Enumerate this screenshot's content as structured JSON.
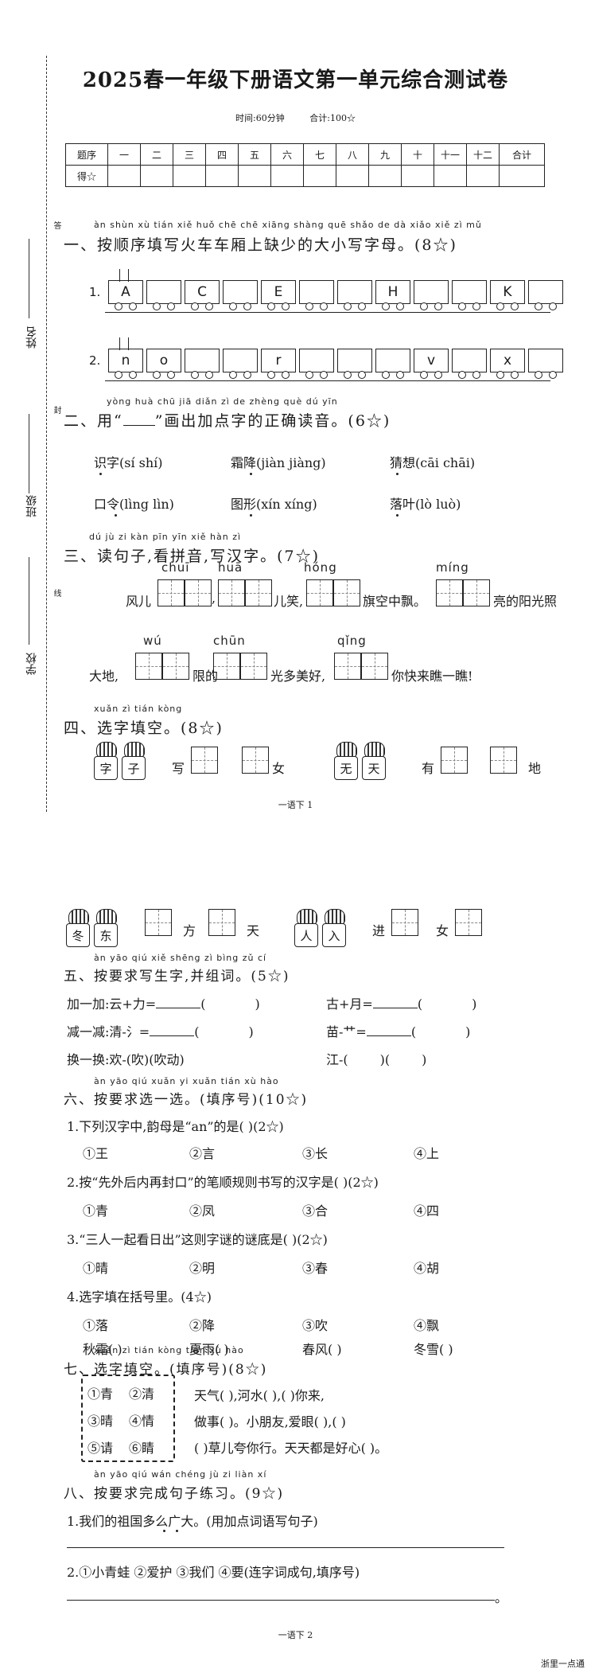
{
  "header": {
    "title": "2025春一年级下册语文第一单元综合测试卷",
    "time": "时间:60分钟",
    "total": "合计:100☆"
  },
  "score_table": {
    "row1": [
      "题序",
      "一",
      "二",
      "三",
      "四",
      "五",
      "六",
      "七",
      "八",
      "九",
      "十",
      "十一",
      "十二",
      "合计"
    ],
    "row2_label": "得☆"
  },
  "side": {
    "name": "姓名",
    "class": "班级",
    "school": "学校",
    "m1": "答",
    "m2": "封",
    "m3": "线"
  },
  "q1": {
    "pinyin": "àn shùn xù tián xiě huǒ chē chē xiāng shàng quē shǎo de dà xiǎo xiě zì mǔ",
    "title": "一、按顺序填写火车车厢上缺少的大小写字母。(8☆)",
    "train1_num": "1.",
    "train1": [
      "A",
      "",
      "C",
      "",
      "E",
      "",
      "",
      "H",
      "",
      "",
      "K",
      ""
    ],
    "train2_num": "2.",
    "train2": [
      "n",
      "o",
      "",
      "",
      "r",
      "",
      "",
      "",
      "v",
      "",
      "x",
      ""
    ]
  },
  "q2": {
    "pinyin": "yòng                    huà chū jiā diǎn zì de zhèng què dú yīn",
    "title_a": "二、用“",
    "title_b": "”画出加点字的正确读音。(6☆)",
    "items": [
      "识字(sí  shí)",
      "霜降(jiàn  jiàng)",
      "猜想(cāi  chāi)",
      "口令(lìng  lìn)",
      "图形(xín  xíng)",
      "落叶(lò  luò)"
    ]
  },
  "q3": {
    "pinyin": "dú jù zi       kàn pīn yīn    xiě hàn zì",
    "title": "三、读句子,看拼音,写汉字。(7☆)",
    "py": [
      "chuī",
      "huā",
      "hóng",
      "míng",
      "wú",
      "chūn",
      "qǐng"
    ],
    "s1": [
      "风儿",
      ",",
      "儿笑,",
      "旗空中飘。",
      "亮的阳光照"
    ],
    "s2": [
      "大地,",
      "限的",
      "光多美好,",
      "你快来瞧一瞧!"
    ]
  },
  "q4": {
    "pinyin": "xuǎn zì tián kòng",
    "title": "四、选字填空。(8☆)",
    "pairs1": [
      [
        "字",
        "子"
      ],
      [
        "无",
        "天"
      ]
    ],
    "words1": [
      "写",
      "女",
      "有",
      "地"
    ],
    "pairs2": [
      [
        "冬",
        "东"
      ],
      [
        "人",
        "入"
      ]
    ],
    "words2": [
      "方",
      "天",
      "进",
      "女"
    ]
  },
  "footer1": "一语下  1",
  "footer2": "一语下  2",
  "q5": {
    "pinyin": "àn yāo qiú xiě shēng zì     bìng zǔ cí",
    "title": "五、按要求写生字,并组词。(5☆)",
    "rows": [
      [
        "加一加:云+力=",
        "(",
        ")",
        "古+月=",
        "(",
        ")"
      ],
      [
        "减一减:清-氵=",
        "(",
        ")",
        "苗-艹=",
        "(",
        ")"
      ],
      [
        "换一换:欢-(吹)(吹动)",
        "",
        "",
        "江-(",
        ")(",
        ")"
      ]
    ]
  },
  "q6": {
    "pinyin": "àn yāo qiú xuǎn yi xuǎn       tián xù hào",
    "title": "六、按要求选一选。(填序号)(10☆)",
    "sub": [
      {
        "q": "1.下列汉字中,韵母是“an”的是(    )(2☆)",
        "opts": [
          "①王",
          "②言",
          "③长",
          "④上"
        ]
      },
      {
        "q": "2.按“先外后内再封口”的笔顺规则书写的汉字是(    )(2☆)",
        "opts": [
          "①青",
          "②凤",
          "③合",
          "④四"
        ]
      },
      {
        "q": "3.“三人一起看日出”这则字谜的谜底是(    )(2☆)",
        "opts": [
          "①晴",
          "②明",
          "③春",
          "④胡"
        ]
      },
      {
        "q": "4.选字填在括号里。(4☆)",
        "opts": [
          "①落",
          "②降",
          "③吹",
          "④飘"
        ]
      }
    ],
    "fill": [
      "秋霜(    )",
      "夏雨(    )",
      "春风(    )",
      "冬雪(    )"
    ]
  },
  "q7": {
    "pinyin": "xuǎn zì tián kòng     tián xù hào",
    "title": "七、选字填空。(填序号)(8☆)",
    "box": [
      "①青",
      "②清",
      "③晴",
      "④情",
      "⑤请",
      "⑥睛"
    ],
    "lines": [
      "天气(    ),河水(    ),(    )你来,",
      "做事(    )。小朋友,爱眼(    ),(    )",
      "(    )草儿夸你行。天天都是好心(    )。"
    ]
  },
  "q8": {
    "pinyin": "àn yāo qiú wán chéng jù zi liàn xí",
    "title": "八、按要求完成句子练习。(9☆)",
    "s1": "1.我们的祖国多么广大。(用加点词语写句子)",
    "s2": "2.①小青蛙  ②爱护  ③我们  ④要(连字词成句,填序号)",
    "period": "。"
  },
  "corner": "浙里一点通"
}
